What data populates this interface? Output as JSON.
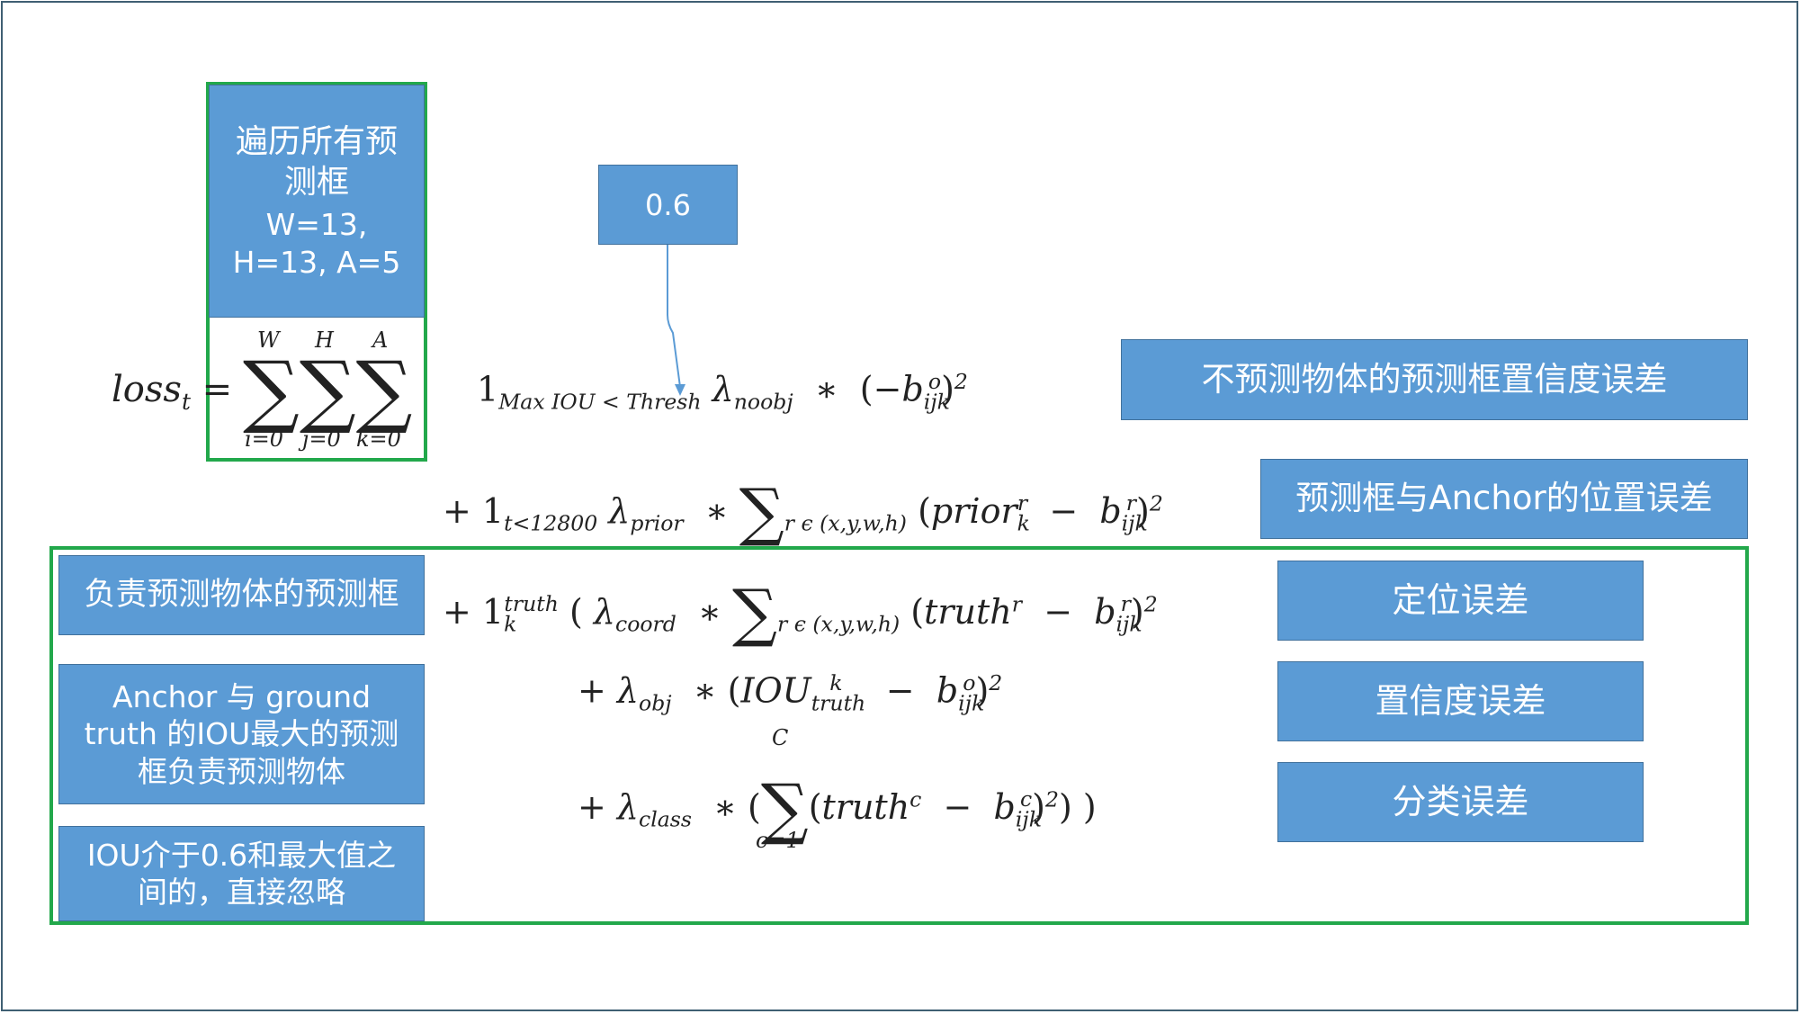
{
  "labels": {
    "iterate_all": "遍历所有预测框",
    "iterate_dims": "W=13, H=13, A=5",
    "threshold": "0.6",
    "no_object_conf_error": "不预测物体的预测框置信度误差",
    "anchor_position_error": "预测框与Anchor的位置误差",
    "responsible_box": "负责预测物体的预测框",
    "anchor_max_iou": "Anchor 与 ground truth 的IOU最大的预测框负责预测物体",
    "ignore_iou": "IOU介于0.6和最大值之间的，直接忽略",
    "localization_error": "定位误差",
    "confidence_error": "置信度误差",
    "classification_error": "分类误差"
  },
  "formula": {
    "lhs": "loss",
    "lhs_sub": "t",
    "sum_limits": [
      {
        "top": "W",
        "bottom": "i=0"
      },
      {
        "top": "H",
        "bottom": "j=0"
      },
      {
        "top": "A",
        "bottom": "k=0"
      }
    ],
    "term1_indicator_sub": "Max IOU < Thresh",
    "term1_lambda_sub": "noobj",
    "term2_indicator_sub": "t<12800",
    "term2_lambda_sub": "prior",
    "term2_sum_sub": "r ϵ (x,y,w,h)",
    "term3_indicator_sup": "truth",
    "term3_indicator_sub": "k",
    "term3_lambda_sub": "coord",
    "term3_sum_sub": "r ϵ (x,y,w,h)",
    "term4_lambda_sub": "obj",
    "term5_lambda_sub": "class",
    "term5_sum_top": "C",
    "term5_sum_bottom": "c=1"
  },
  "colors": {
    "box_fill": "#5b9bd5",
    "frame_green": "#22a84b",
    "arrow": "#5b9bd5"
  }
}
